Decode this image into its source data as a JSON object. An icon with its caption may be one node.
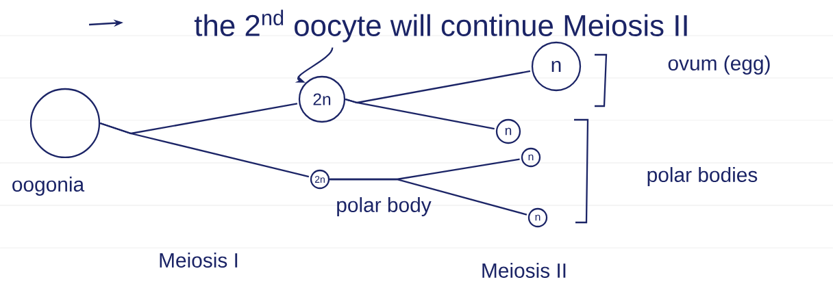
{
  "diagram": {
    "nodes": [
      {
        "text": [],
        "shape": "circle",
        "beside": [
          "oogonia"
        ]
      },
      {
        "text": [
          "the 2$^{nd}$ oocyte will continue Meiosis II"
        ]
      },
      {
        "text": [
          "2n"
        ]
      },
      {
        "text": [
          "2n"
        ],
        "beside": [
          "polar body"
        ]
      },
      {
        "text": [
          "n"
        ]
      },
      {
        "text": [
          "n"
        ]
      },
      {
        "text": [
          "n"
        ]
      },
      {
        "text": [
          "n"
        ]
      }
    ],
    "edges": [
      {
        "from": 1,
        "to": 2,
        "arrow": "to"
      },
      {
        "from": 0,
        "to": 2,
        "arrow": "none"
      },
      {
        "from": 0,
        "to": 3,
        "arrow": "none"
      },
      {
        "from": 2,
        "to": 4,
        "arrow": "none"
      },
      {
        "from": 2,
        "to": 5,
        "arrow": "none"
      },
      {
        "from": 3,
        "to": 6,
        "arrow": "none"
      },
      {
        "from": 3,
        "to": 7,
        "arrow": "none"
      }
    ],
    "labels": [
      "ovum (egg)",
      "polar bodies",
      "Meiosis I",
      "Meiosis II"
    ]
  }
}
